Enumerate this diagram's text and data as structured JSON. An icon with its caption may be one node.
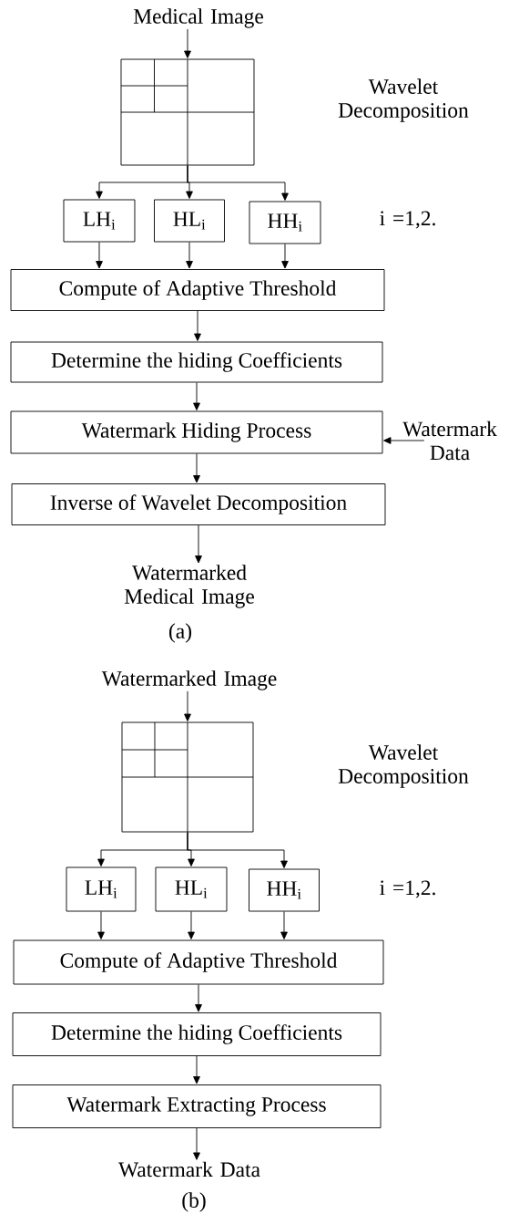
{
  "diagram": {
    "nodes": [
      {
        "text": [
          "Medical Image"
        ]
      },
      {
        "text": [],
        "shape": "box"
      },
      {
        "text": [
          "LH$_{i}$"
        ]
      },
      {
        "text": [
          "HL$_{i}$"
        ]
      },
      {
        "text": [
          "HH$_{i}$"
        ]
      },
      {
        "text": [
          "Compute of Adaptive Threshold"
        ]
      },
      {
        "text": [
          "Determine the hiding Coefficients"
        ]
      },
      {
        "text": [
          "Watermark Hiding Process"
        ]
      },
      {
        "text": [
          "Watermark Data"
        ]
      },
      {
        "text": [
          "Inverse of Wavelet Decomposition"
        ]
      },
      {
        "text": [
          "Watermarked Medical Image"
        ]
      },
      {
        "text": [
          "Watermarked Image"
        ]
      },
      {
        "text": [],
        "shape": "box"
      },
      {
        "text": [
          "LH$_{i}$"
        ]
      },
      {
        "text": [
          "HL$_{i}$"
        ]
      },
      {
        "text": [
          "HH$_{i}$"
        ]
      },
      {
        "text": [
          "Compute of Adaptive Threshold"
        ]
      },
      {
        "text": [
          "Determine the hiding Coefficients"
        ]
      },
      {
        "text": [
          "Watermark Extracting Process"
        ]
      },
      {
        "text": [
          "Watermark Data"
        ]
      }
    ],
    "edges": [
      {
        "from": 0,
        "to": 1,
        "arrow": "to"
      },
      {
        "from": 1,
        "to": 2,
        "arrow": "to"
      },
      {
        "from": 1,
        "to": 3,
        "arrow": "to"
      },
      {
        "from": 1,
        "to": 4,
        "arrow": "to"
      },
      {
        "from": 2,
        "to": 5,
        "arrow": "to"
      },
      {
        "from": 3,
        "to": 5,
        "arrow": "to"
      },
      {
        "from": 4,
        "to": 5,
        "arrow": "to"
      },
      {
        "from": 5,
        "to": 6,
        "arrow": "to"
      },
      {
        "from": 6,
        "to": 7,
        "arrow": "to"
      },
      {
        "from": 8,
        "to": 7,
        "arrow": "to"
      },
      {
        "from": 7,
        "to": 9,
        "arrow": "to"
      },
      {
        "from": 9,
        "to": 10,
        "arrow": "to"
      },
      {
        "from": 11,
        "to": 12,
        "arrow": "to"
      },
      {
        "from": 12,
        "to": 13,
        "arrow": "to"
      },
      {
        "from": 12,
        "to": 14,
        "arrow": "to"
      },
      {
        "from": 12,
        "to": 15,
        "arrow": "to"
      },
      {
        "from": 13,
        "to": 16,
        "arrow": "to"
      },
      {
        "from": 14,
        "to": 16,
        "arrow": "to"
      },
      {
        "from": 15,
        "to": 16,
        "arrow": "to"
      },
      {
        "from": 16,
        "to": 17,
        "arrow": "to"
      },
      {
        "from": 17,
        "to": 18,
        "arrow": "to"
      },
      {
        "from": 18,
        "to": 19,
        "arrow": "to"
      }
    ],
    "labels": [
      "Wavelet Decomposition",
      "i =1,2.",
      "(a)",
      "Wavelet Decomposition",
      "i =1,2.",
      "(b)"
    ]
  }
}
